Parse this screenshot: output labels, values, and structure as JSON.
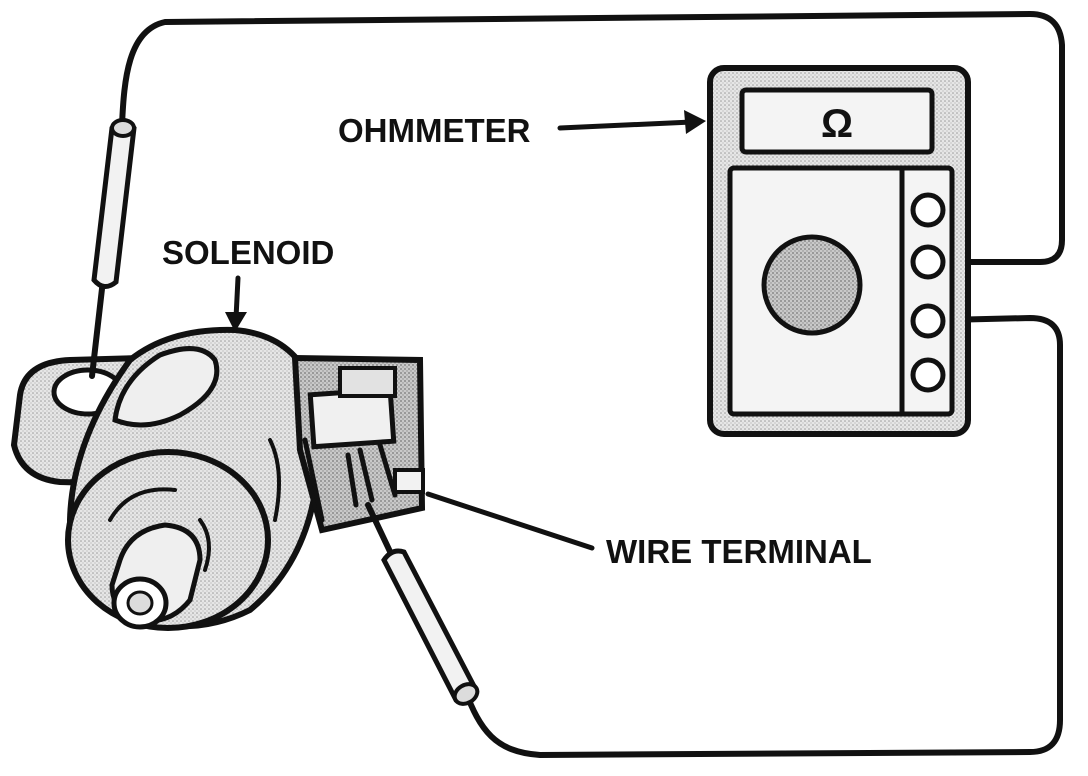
{
  "labels": {
    "ohmmeter": "OHMMETER",
    "solenoid": "SOLENOID",
    "wire_terminal": "WIRE TERMINAL",
    "meter_symbol": "Ω"
  },
  "colors": {
    "ink": "#111111",
    "panel": "#d8d8d8",
    "background": "#ffffff"
  }
}
